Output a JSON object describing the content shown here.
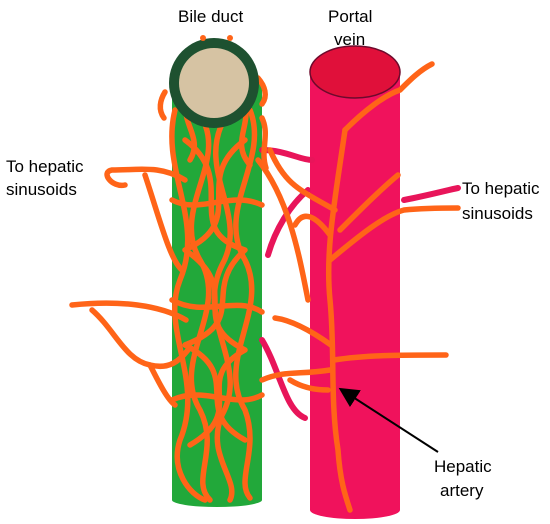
{
  "labels": {
    "bile_duct": "Bile duct",
    "portal_vein_line1": "Portal",
    "portal_vein_line2": "vein",
    "left_sinusoids_line1": "To hepatic",
    "left_sinusoids_line2": "sinusoids",
    "right_sinusoids_line1": "To hepatic",
    "right_sinusoids_line2": "sinusoids",
    "hepatic_artery_line1": "Hepatic",
    "hepatic_artery_line2": "artery"
  },
  "colors": {
    "bile_duct_body": "#22a83a",
    "bile_duct_rim": "#1e5130",
    "bile_duct_lumen": "#d6c3a3",
    "portal_vein_body": "#f0125c",
    "portal_vein_top": "#e0103a",
    "artery_plexus": "#ff6418",
    "sinusoid_branch": "#e8155a",
    "arrow": "#000000"
  }
}
